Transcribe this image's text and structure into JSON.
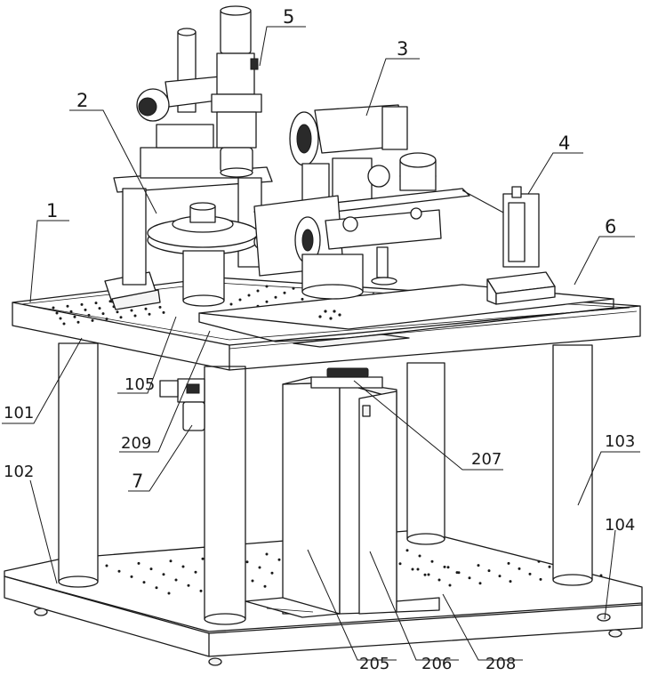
{
  "labels": {
    "l1": "1",
    "l2": "2",
    "l3": "3",
    "l4": "4",
    "l5": "5",
    "l6": "6",
    "l7": "7",
    "l101": "101",
    "l102": "102",
    "l103": "103",
    "l104": "104",
    "l105": "105",
    "l205": "205",
    "l206": "206",
    "l207": "207",
    "l208": "208",
    "l209": "209"
  }
}
